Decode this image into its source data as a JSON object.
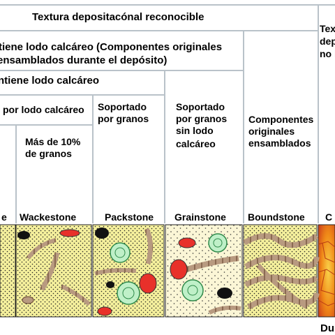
{
  "headers": {
    "top": "Textura depositacónal reconocible",
    "top_right": [
      "Tex",
      "dep",
      "no l"
    ],
    "level2": [
      "tiene lodo calcáreo (Componentes originales",
      "ensamblados durante el depósito)"
    ],
    "level3": "ntiene lodo calcáreo",
    "level4": "por lodo calcáreo",
    "soportado_granos": [
      "Soportado",
      "por granos"
    ],
    "sin_lodo": [
      "Soportado",
      "por granos",
      "sin lodo",
      "calcáreo"
    ],
    "ensamblados": [
      "Componentes",
      "originales",
      "ensamblados"
    ],
    "mas_10": [
      "Más de 10%",
      "de granos"
    ]
  },
  "rock_names": {
    "mudstone_fragment": "e",
    "wackestone": "Wackestone",
    "packstone": "Packstone",
    "grainstone": "Grainstone",
    "boundstone": "Boundstone",
    "crystalline_fragment": "C"
  },
  "bottom_label": "Du",
  "colors": {
    "lines": "#b9c2c9",
    "mud_matrix": "#f4ef9c",
    "grain_brown": "#b89a80",
    "red_grain": "#e8302a",
    "green_fossil": "#bff0c8",
    "crystal_orange": "#f08a18"
  }
}
